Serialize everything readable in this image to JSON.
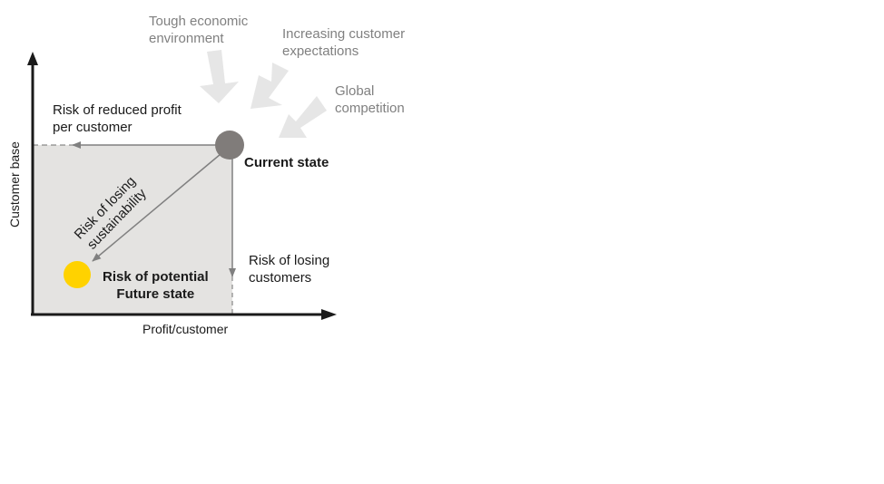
{
  "pressures": {
    "tough_economic": "Tough economic\nenvironment",
    "customer_expectations": "Increasing customer\nexpectations",
    "global_competition": "Global\ncompetition"
  },
  "labels": {
    "reduced_profit": "Risk of reduced profit\nper customer",
    "current_state": "Current state",
    "losing_sustainability": "Risk of losing\nsustainability",
    "potential_future": "Risk of potential\nFuture state",
    "losing_customers": "Risk of losing\ncustomers"
  },
  "axes": {
    "x_label": "Profit/customer",
    "y_label": "Customer base"
  },
  "colors": {
    "current_state_dot": "#807c7a",
    "future_state_dot": "#ffd200",
    "shaded_area": "#e4e3e1",
    "pressure_arrows": "#e6e6e6"
  }
}
